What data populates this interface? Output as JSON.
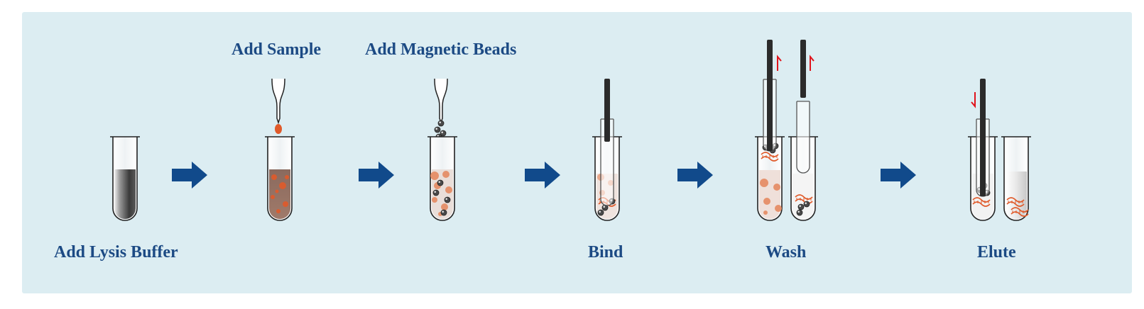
{
  "colors": {
    "panel_bg": "#dcedf2",
    "label_text": "#1c4a84",
    "arrow_fill": "#114a8b",
    "magnet_rod": "#2b2b2b",
    "motion_arrow": "#e0141c",
    "sample_orange": "#e05a2a",
    "bead_gray": "#4a4a4a"
  },
  "labels": {
    "lysis": "Add Lysis Buffer",
    "sample": "Add Sample",
    "beads": "Add Magnetic Beads",
    "bind": "Bind",
    "wash": "Wash",
    "elute": "Elute"
  },
  "icons": {
    "process_arrow": "right-arrow-icon",
    "pipette": "pipette-icon",
    "test_tube": "test-tube-icon",
    "magnetic_rod": "magnetic-rod-icon"
  }
}
